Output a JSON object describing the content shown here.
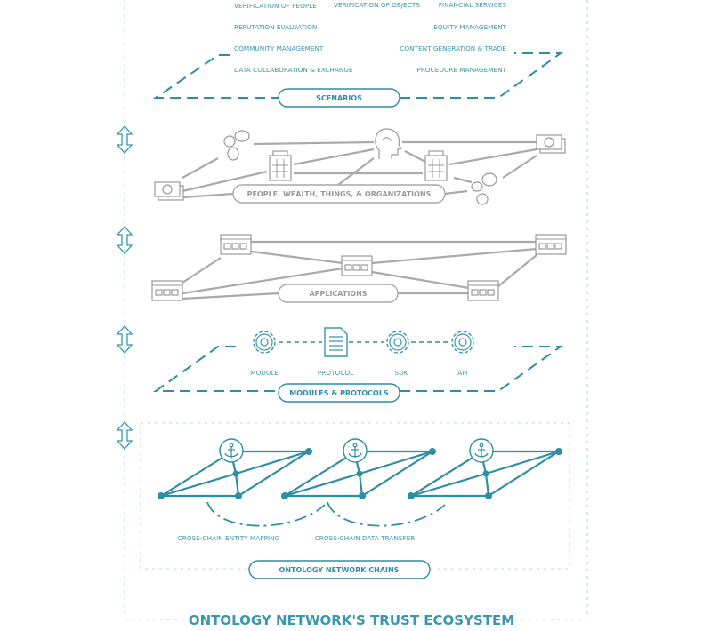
{
  "title": "ONTOLOGY NETWORK'S TRUST ECOSYSTEM",
  "scenarios": {
    "label": "SCENARIOS",
    "items_left": [
      "VERIFICATION OF PEOPLE",
      "REPUTATION EVALUATION",
      "COMMUNITY MANAGEMENT",
      "DATA COLLABORATION & EXCHANGE"
    ],
    "item_center": "VERIFICATION OF OBJECTS",
    "items_right": [
      "FINANCIAL SERVICES",
      "EQUITY MANAGEMENT",
      "CONTENT GENERATION & TRADE",
      "PROCEDURE MANAGEMENT"
    ]
  },
  "entities": {
    "label": "PEOPLE, WEALTH, THINGS, & ORGANIZATIONS"
  },
  "applications": {
    "label": "APPLICATIONS"
  },
  "modules": {
    "label": "MODULES & PROTOCOLS",
    "items": [
      "MODULE",
      "PROTOCOL",
      "SDK",
      "API"
    ]
  },
  "chains": {
    "label": "ONTOLOGY NETWORK CHAINS",
    "links": [
      "CROSS-CHAIN ENTITY MAPPING",
      "CROSS-CHAIN DATA TRANSFER"
    ]
  },
  "colors": {
    "accent": "#2e8ea3",
    "gray": "#a9a9a9",
    "frame": "#cfe4ea"
  }
}
